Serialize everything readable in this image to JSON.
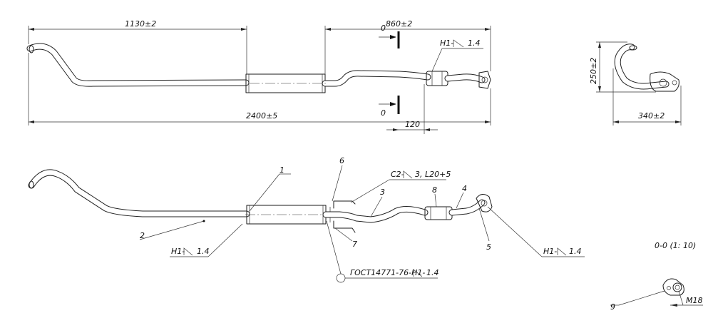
{
  "top_view": {
    "dim_length_main": "1130±2",
    "dim_length_rear": "860±2",
    "dim_total": "2400±5",
    "dim_offset": "120",
    "weld_note": "H1-",
    "weld_size": "1.4",
    "section_mark_top": "0",
    "section_mark_bottom": "0"
  },
  "side_view": {
    "dim_height": "250±2",
    "dim_width": "340±2"
  },
  "assembly_view": {
    "callout_1": "1",
    "callout_2": "2",
    "callout_3": "3",
    "callout_4": "4",
    "callout_5": "5",
    "callout_6": "6",
    "callout_7": "7",
    "callout_8": "8",
    "clamp_note": "C2-",
    "clamp_spec": "3, L20+5",
    "weld_left_note": "H1-",
    "weld_left_size": "1.4",
    "weld_right_note": "H1-",
    "weld_right_size": "1.4",
    "standard_note": "ГОСТ14771-76-H1-",
    "standard_size": "1.4"
  },
  "section_view": {
    "title": "0-0 (1: 10)",
    "callout_9": "9",
    "thread": "M18"
  }
}
